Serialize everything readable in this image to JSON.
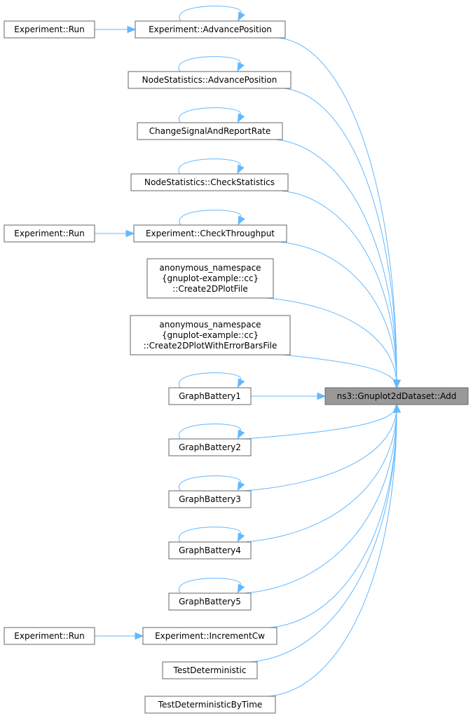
{
  "graph": {
    "target": {
      "label": "ns3::Gnuplot2dDataset::Add"
    },
    "callers": [
      {
        "key": "advpos",
        "lines": [
          "Experiment::AdvancePosition"
        ],
        "self_call": true
      },
      {
        "key": "nsadvpos",
        "lines": [
          "NodeStatistics::AdvancePosition"
        ],
        "self_call": true
      },
      {
        "key": "chgsig",
        "lines": [
          "ChangeSignalAndReportRate"
        ],
        "self_call": true
      },
      {
        "key": "chkstat",
        "lines": [
          "NodeStatistics::CheckStatistics"
        ],
        "self_call": true
      },
      {
        "key": "chkthr",
        "lines": [
          "Experiment::CheckThroughput"
        ],
        "self_call": true
      },
      {
        "key": "c2d",
        "lines": [
          "anonymous_namespace",
          "{gnuplot-example::cc}",
          "::Create2DPlotFile"
        ],
        "self_call": false
      },
      {
        "key": "c2derr",
        "lines": [
          "anonymous_namespace",
          "{gnuplot-example::cc}",
          "::Create2DPlotWithErrorBarsFile"
        ],
        "self_call": false
      },
      {
        "key": "gb1",
        "lines": [
          "GraphBattery1"
        ],
        "self_call": true
      },
      {
        "key": "gb2",
        "lines": [
          "GraphBattery2"
        ],
        "self_call": true
      },
      {
        "key": "gb3",
        "lines": [
          "GraphBattery3"
        ],
        "self_call": true
      },
      {
        "key": "gb4",
        "lines": [
          "GraphBattery4"
        ],
        "self_call": true
      },
      {
        "key": "gb5",
        "lines": [
          "GraphBattery5"
        ],
        "self_call": true
      },
      {
        "key": "inccw",
        "lines": [
          "Experiment::IncrementCw"
        ],
        "self_call": false
      },
      {
        "key": "testdet",
        "lines": [
          "TestDeterministic"
        ],
        "self_call": false
      },
      {
        "key": "testdetbt",
        "lines": [
          "TestDeterministicByTime"
        ],
        "self_call": false
      }
    ],
    "second_level": [
      {
        "key": "run1",
        "lines": [
          "Experiment::Run"
        ],
        "calls": "advpos"
      },
      {
        "key": "run2",
        "lines": [
          "Experiment::Run"
        ],
        "calls": "chkthr"
      },
      {
        "key": "run3",
        "lines": [
          "Experiment::Run"
        ],
        "calls": "inccw"
      }
    ],
    "colors": {
      "edge": "#63b8ff",
      "target_fill": "#999999",
      "node_border": "#666666"
    }
  }
}
